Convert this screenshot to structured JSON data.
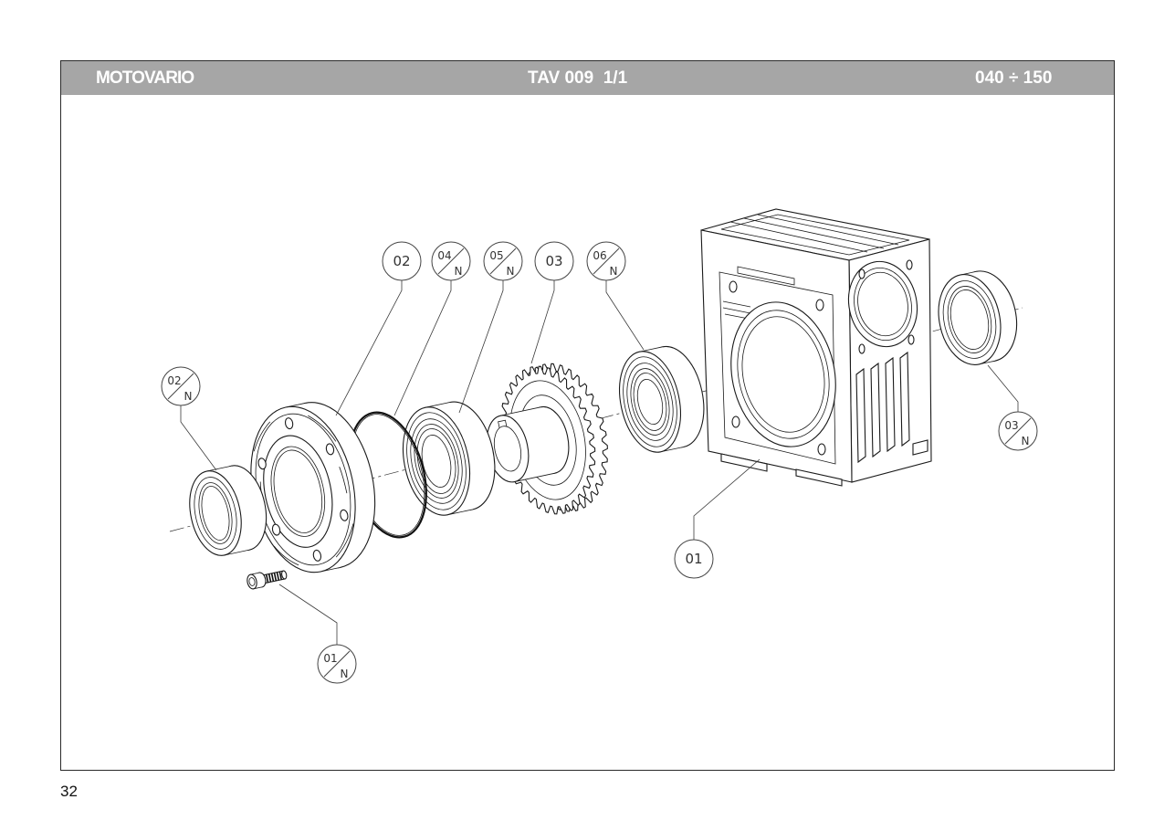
{
  "header": {
    "brand": "MOTOVARIO",
    "table": "TAV 009  1/1",
    "range": "040 ÷ 150"
  },
  "page_number": "32",
  "colors": {
    "header_bg": "#a6a6a6",
    "header_text": "#ffffff",
    "line_art": "#1a1a1a"
  },
  "callouts": [
    {
      "code": "02"
    },
    {
      "code": "04",
      "suffix": "N"
    },
    {
      "code": "05",
      "suffix": "N"
    },
    {
      "code": "03"
    },
    {
      "code": "06",
      "suffix": "N"
    },
    {
      "code": "02",
      "suffix": "N"
    },
    {
      "code": "03",
      "suffix": "N"
    },
    {
      "code": "01"
    },
    {
      "code": "01",
      "suffix": "N"
    }
  ]
}
